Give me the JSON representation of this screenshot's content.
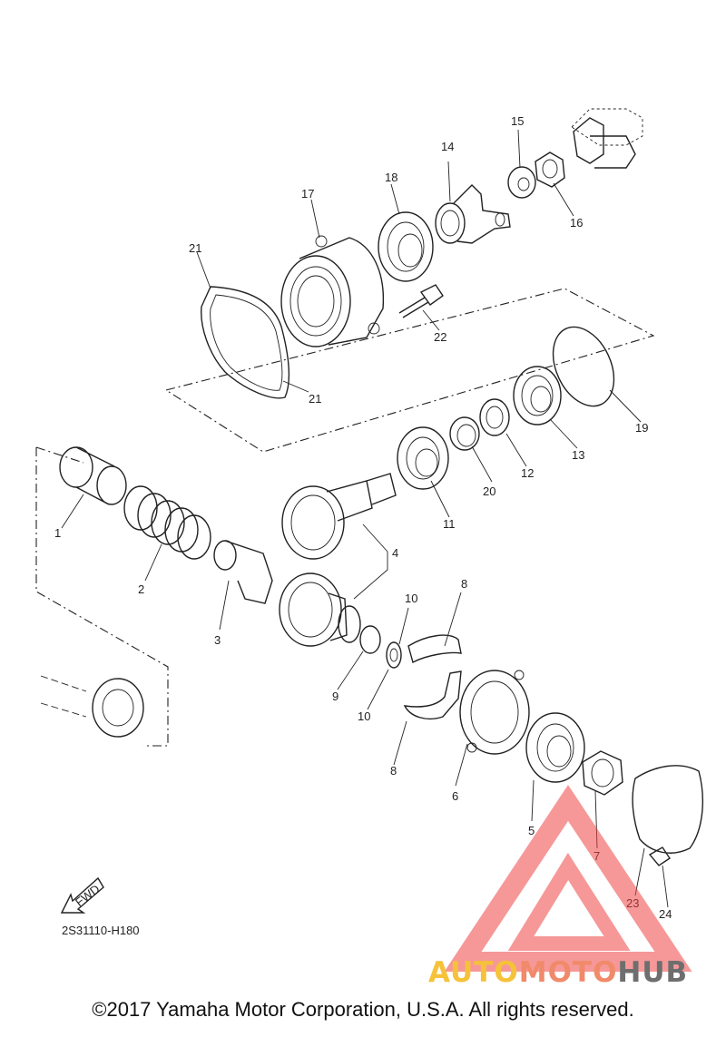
{
  "diagram": {
    "figure_code": "2S31110-H180",
    "fwd_label": "FWD",
    "callouts": {
      "c1": "1",
      "c2": "2",
      "c3": "3",
      "c4": "4",
      "c5": "5",
      "c6": "6",
      "c7": "7",
      "c8a": "8",
      "c8b": "8",
      "c9": "9",
      "c10a": "10",
      "c10b": "10",
      "c11": "11",
      "c12": "12",
      "c13": "13",
      "c14": "14",
      "c15": "15",
      "c16": "16",
      "c17": "17",
      "c18": "18",
      "c19": "19",
      "c20": "20",
      "c21a": "21",
      "c21b": "21",
      "c22": "22",
      "c23": "23",
      "c24": "24"
    }
  },
  "footer": {
    "copyright": "©2017 Yamaha Motor Corporation, U.S.A. All rights reserved.",
    "brand_part1": "AUTO",
    "brand_part2": "MOTO",
    "brand_part3": "HUB"
  },
  "colors": {
    "watermark": "#ef4444",
    "brand_auto": "#f5c23a",
    "brand_moto": "#f08a6a",
    "brand_hub": "#6e6e6e"
  }
}
